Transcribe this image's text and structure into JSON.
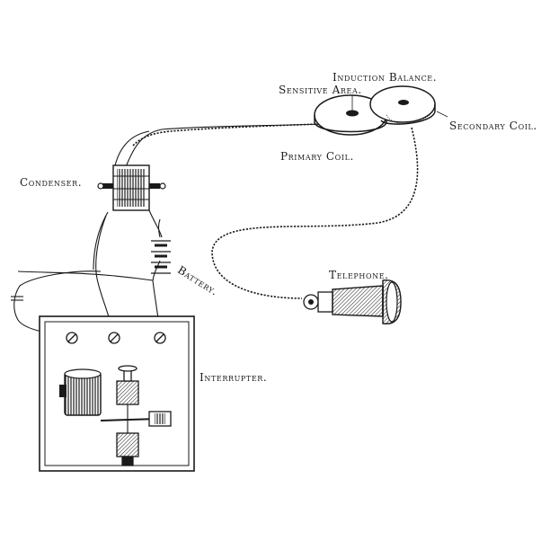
{
  "diagram": {
    "ink_color": "#1a1a1a",
    "paper_color": "#ffffff",
    "labels": {
      "induction_balance": "Induction Balance.",
      "sensitive_area": "Sensitive Area.",
      "secondary_coil": "Secondary Coil.",
      "primary_coil": "Primary Coil.",
      "condenser": "Condenser.",
      "battery": "Battery.",
      "telephone": "Telephone.",
      "interrupter": "Interrupter."
    }
  }
}
